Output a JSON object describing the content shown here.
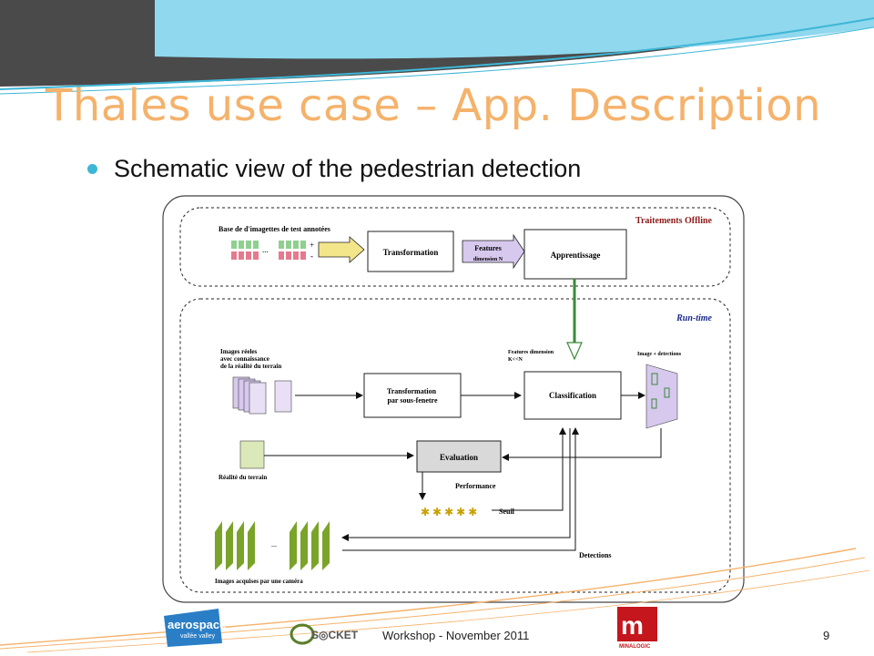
{
  "slide": {
    "title": "Thales use case – App. Description",
    "bullet": "Schematic view of the pedestrian detection"
  },
  "diagram": {
    "offline_label": "Traitements Offline",
    "runtime_label": "Run-time",
    "base_images_label": "Base de d'imagettes de test annotées",
    "plus": "+",
    "minus": "-",
    "ellipsis": "...",
    "transformation": "Transformation",
    "features": "Features",
    "features_dim": "dimension N",
    "apprentissage": "Apprentissage",
    "real_images_label": [
      "Images réeles",
      "avec connaissance",
      "de la réalité du terrain"
    ],
    "transformation_sub": [
      "Transformation",
      "par sous-fenetre"
    ],
    "features_reduced": [
      "Features dimension",
      "K<<N"
    ],
    "classification": "Classification",
    "image_detections": "Image + detections",
    "realite_terrain": "Réalité du terrain",
    "evaluation": "Evaluation",
    "performance": "Performance",
    "seuil": "Seuil",
    "detections": "Detections",
    "camera_images": "Images acquises par une caméra"
  },
  "footer": {
    "text": "Workshop - November 2011",
    "page": "9",
    "logos": [
      "aerospace-valley-logo",
      "socket-logo",
      "minalogic-logo"
    ]
  },
  "colors": {
    "title": "#f5b26b",
    "bullet": "#3db6d6",
    "header_dark": "#4a4a4a",
    "header_light": "#8fd8ee"
  }
}
